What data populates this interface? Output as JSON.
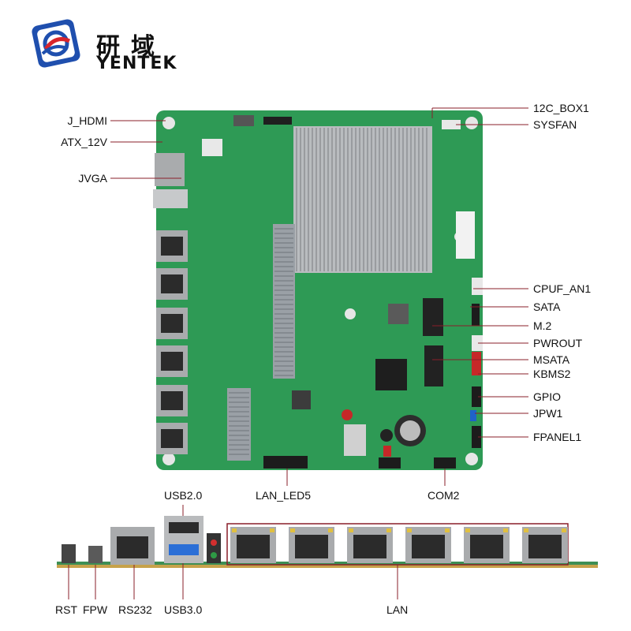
{
  "brand": {
    "chinese": "研域",
    "english": "YENTEK"
  },
  "board_labels_left": [
    "J_HDMI",
    "ATX_12V",
    "JVGA"
  ],
  "board_labels_right": [
    "12C_BOX1",
    "SYSFAN",
    "CPUF_AN1",
    "SATA",
    "M.2",
    "PWROUT",
    "MSATA",
    "KBMS2",
    "GPIO",
    "JPW1",
    "FPANEL1"
  ],
  "board_labels_bottom": [
    "LAN_LED5",
    "COM2"
  ],
  "io_labels_top": [
    "USB2.0"
  ],
  "io_labels_bottom": [
    "RST",
    "FPW",
    "RS232",
    "USB3.0",
    "LAN"
  ],
  "colors": {
    "pcb": "#2e9a55",
    "heatsink": "#b9bcbf",
    "port_metal": "#a9abad",
    "lan_jack": "#2b2b2b",
    "usb3_blue": "#2b6fd6",
    "label_line": "#8a1f2a"
  }
}
